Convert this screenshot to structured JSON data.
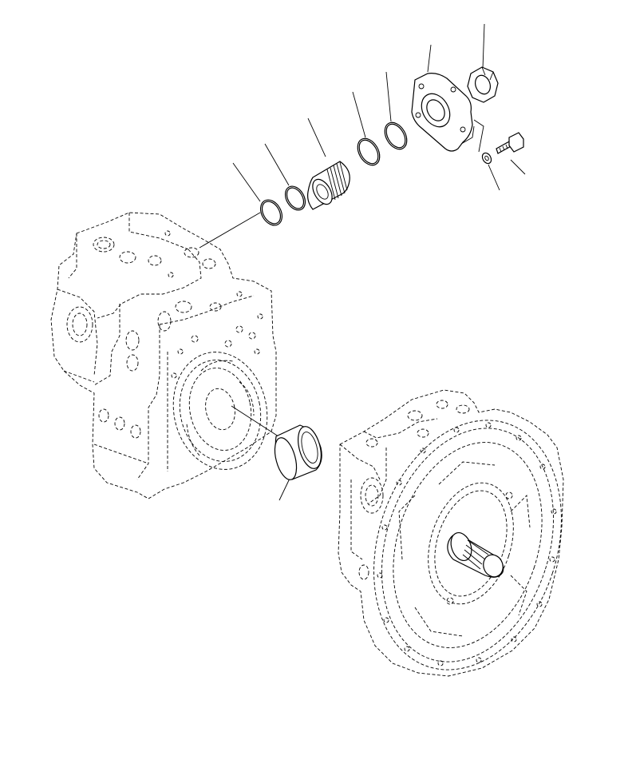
{
  "diagram": {
    "kind": "exploded-parts-view",
    "parts": [
      {
        "id": "o-ring-large",
        "icon": "o-ring"
      },
      {
        "id": "o-ring-small",
        "icon": "o-ring"
      },
      {
        "id": "threaded-plug",
        "icon": "threaded-sleeve"
      },
      {
        "id": "o-ring-mid",
        "icon": "o-ring"
      },
      {
        "id": "o-ring-top",
        "icon": "o-ring"
      },
      {
        "id": "flange-cover",
        "icon": "flange"
      },
      {
        "id": "hex-nut",
        "icon": "nut"
      },
      {
        "id": "bolt",
        "icon": "bolt"
      },
      {
        "id": "washer",
        "icon": "washer"
      },
      {
        "id": "bushing",
        "icon": "bushing"
      },
      {
        "id": "pump-housing",
        "icon": "pump-housing"
      },
      {
        "id": "pump-flywheel-housing",
        "icon": "flywheel-housing"
      }
    ]
  }
}
